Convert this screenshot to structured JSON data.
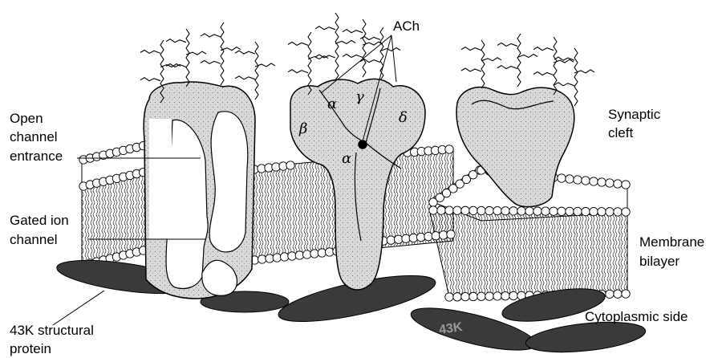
{
  "labels": {
    "ach": "ACh",
    "open_channel": [
      "Open",
      "channel",
      "entrance"
    ],
    "gated": [
      "Gated ion",
      "channel"
    ],
    "structural": [
      "43K structural",
      "protein"
    ],
    "synaptic": [
      "Synaptic",
      "cleft"
    ],
    "membrane": [
      "Membrane",
      "bilayer"
    ],
    "cytoplasmic": "Cytoplasmic side",
    "protein_mark": "43K"
  },
  "subunits": {
    "alpha_top": "α",
    "gamma": "γ",
    "beta": "β",
    "delta": "δ",
    "alpha_bottom": "α"
  },
  "colors": {
    "ink": "#000000",
    "background": "#ffffff",
    "lipid_head": "#ffffff",
    "protein_fill": "#d6d6d6",
    "dark_protein": "#3a3a3a"
  }
}
